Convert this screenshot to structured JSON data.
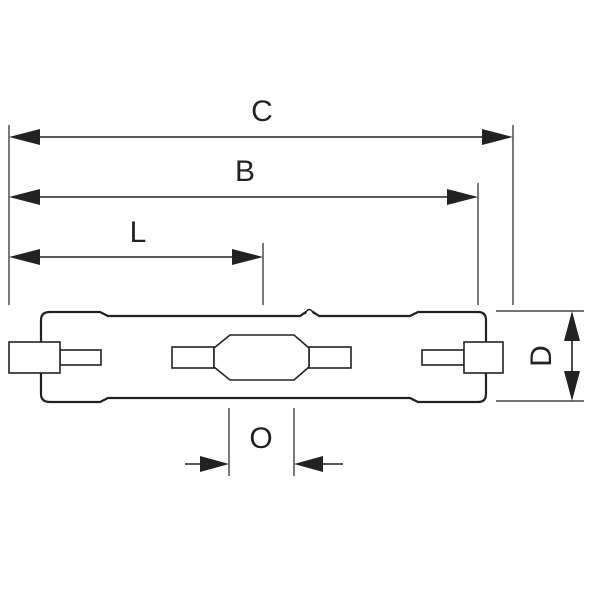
{
  "diagram": {
    "labels": {
      "c": "C",
      "b": "B",
      "l": "L",
      "d": "D",
      "o": "O"
    },
    "line_color": "#222222",
    "background": "#ffffff"
  }
}
